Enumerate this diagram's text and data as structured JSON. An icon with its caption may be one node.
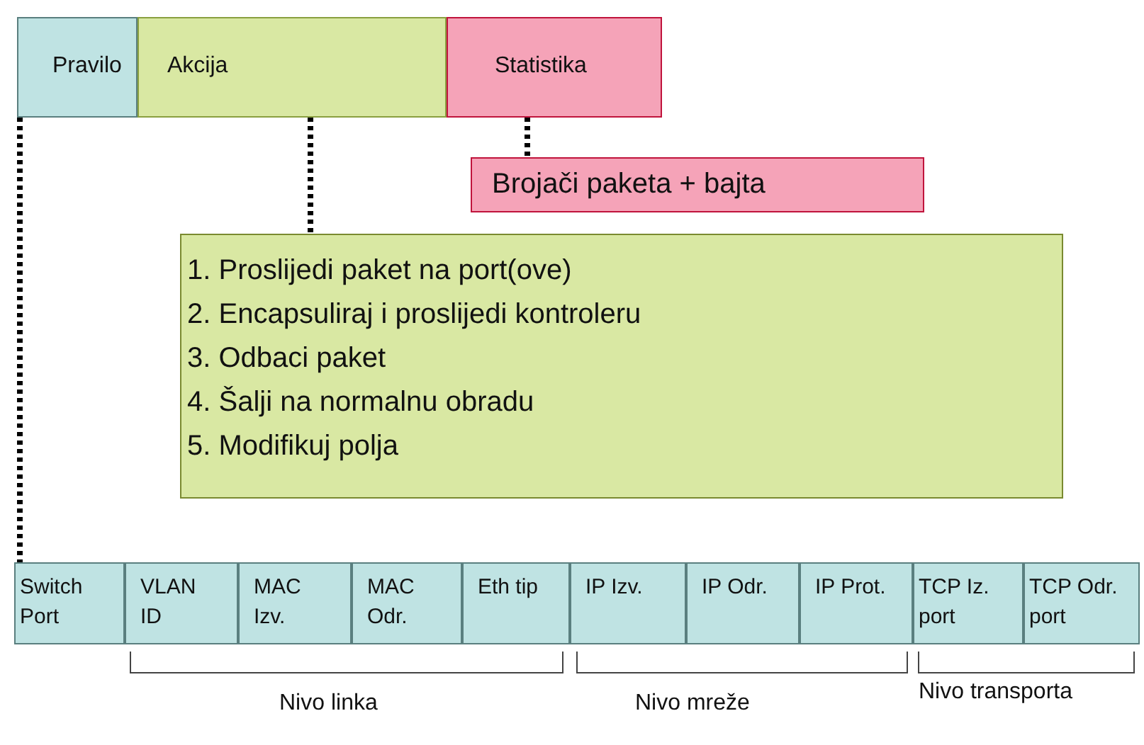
{
  "diagram": {
    "nodes": [
      {
        "text": [
          "Pravilo"
        ]
      },
      {
        "text": [
          "Akcija"
        ]
      },
      {
        "text": [
          "Statistika"
        ]
      },
      {
        "text": [
          "Brojači paketa + bajta"
        ]
      },
      {
        "text": [
          "1. Proslijedi paket na port(ove)",
          "2. Encapsuliraj i proslijedi kontroleru",
          "3. Odbaci paket",
          "4. Šalji na normalnu obradu",
          "5. Modifikuj polja"
        ]
      },
      {
        "text": [
          "Switch Port"
        ]
      },
      {
        "text": [
          "VLAN ID"
        ]
      },
      {
        "text": [
          "MAC Izv."
        ]
      },
      {
        "text": [
          "MAC Odr."
        ]
      },
      {
        "text": [
          "Eth tip"
        ]
      },
      {
        "text": [
          "IP Izv."
        ]
      },
      {
        "text": [
          "IP Odr."
        ]
      },
      {
        "text": [
          "IP Prot."
        ]
      },
      {
        "text": [
          "TCP Iz. port"
        ]
      },
      {
        "text": [
          "TCP Odr. port"
        ]
      }
    ],
    "edges": [
      {
        "from": 0,
        "to": 5,
        "arrow": "none",
        "style": "dashed"
      },
      {
        "from": 1,
        "to": 4,
        "arrow": "none",
        "style": "dashed"
      },
      {
        "from": 2,
        "to": 3,
        "arrow": "none",
        "style": "dashed"
      }
    ],
    "labels": [
      "Nivo linka",
      "Nivo mreže",
      "Nivo transporta"
    ]
  }
}
